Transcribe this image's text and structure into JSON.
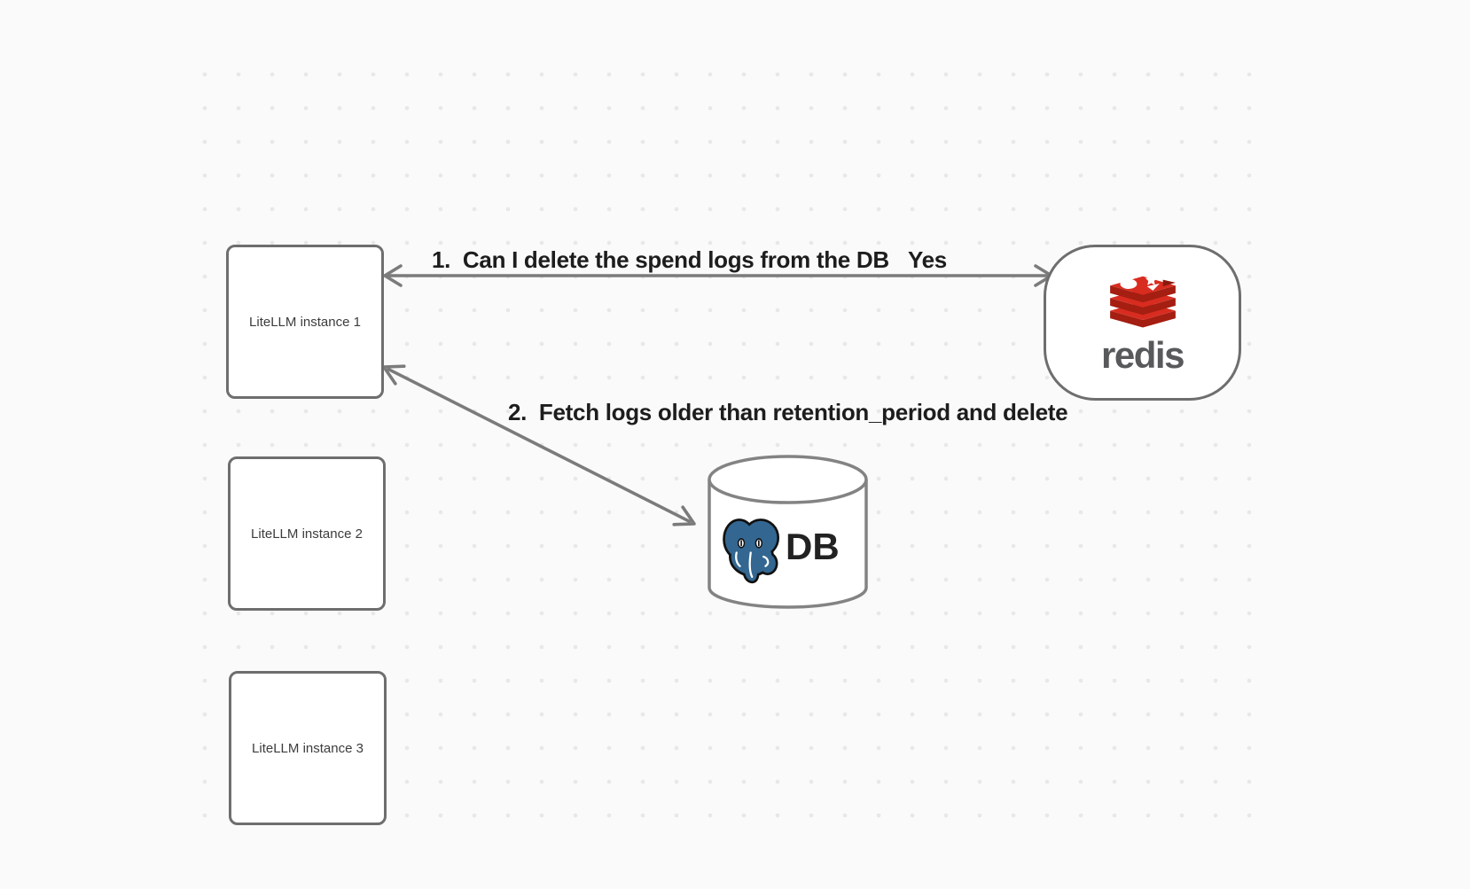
{
  "canvas": {
    "type": "whiteboard-diagram",
    "background": "#fafafa",
    "dot_color": "#e8e8e9"
  },
  "nodes": {
    "instance1": {
      "label": "LiteLLM instance 1"
    },
    "instance2": {
      "label": "LiteLLM instance 2"
    },
    "instance3": {
      "label": "LiteLLM instance 3"
    },
    "redis": {
      "wordmark": "redis"
    },
    "db": {
      "label": "DB"
    }
  },
  "labels": {
    "step1": "1.  Can I delete the spend logs from the DB",
    "step1_answer": "Yes",
    "step2": "2.  Fetch logs older than retention_period and delete"
  },
  "icons": {
    "redis": "redis-logo-icon",
    "postgres": "postgres-elephant-icon",
    "db_shape": "database-cylinder"
  },
  "colors": {
    "shape_border": "#6e6e6e",
    "cylinder_border": "#838383",
    "arrow": "#7b7b7b",
    "annotation_text": "#1d1d1d",
    "node_label_text": "#3c3c3c",
    "redis_red": "#d82c20",
    "redis_dark_red": "#a41e11",
    "redis_wordmark_gray": "#58595b",
    "postgres_blue": "#336791"
  }
}
